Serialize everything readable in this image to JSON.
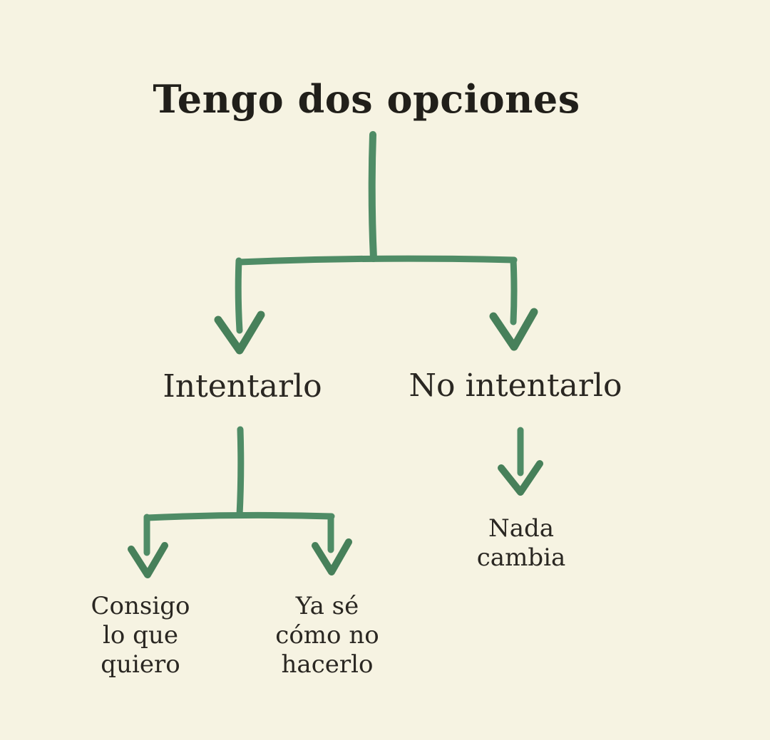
{
  "colors": {
    "background": "#f6f3e2",
    "line": "#4f8c66",
    "arrowhead": "#47805a",
    "title_text": "#211f1a",
    "node_text": "#2a2722"
  },
  "diagram": {
    "title": "Tengo dos opciones",
    "branches": [
      {
        "label": "Intentarlo"
      },
      {
        "label": "No intentarlo"
      }
    ],
    "outcomes": {
      "consigo": {
        "lines": [
          "Consigo",
          "lo que",
          "quiero"
        ]
      },
      "ya_se": {
        "lines": [
          "Ya sé",
          "cómo no",
          "hacerlo"
        ]
      },
      "nada_cambia": {
        "lines": [
          "Nada",
          "cambia"
        ]
      }
    }
  }
}
